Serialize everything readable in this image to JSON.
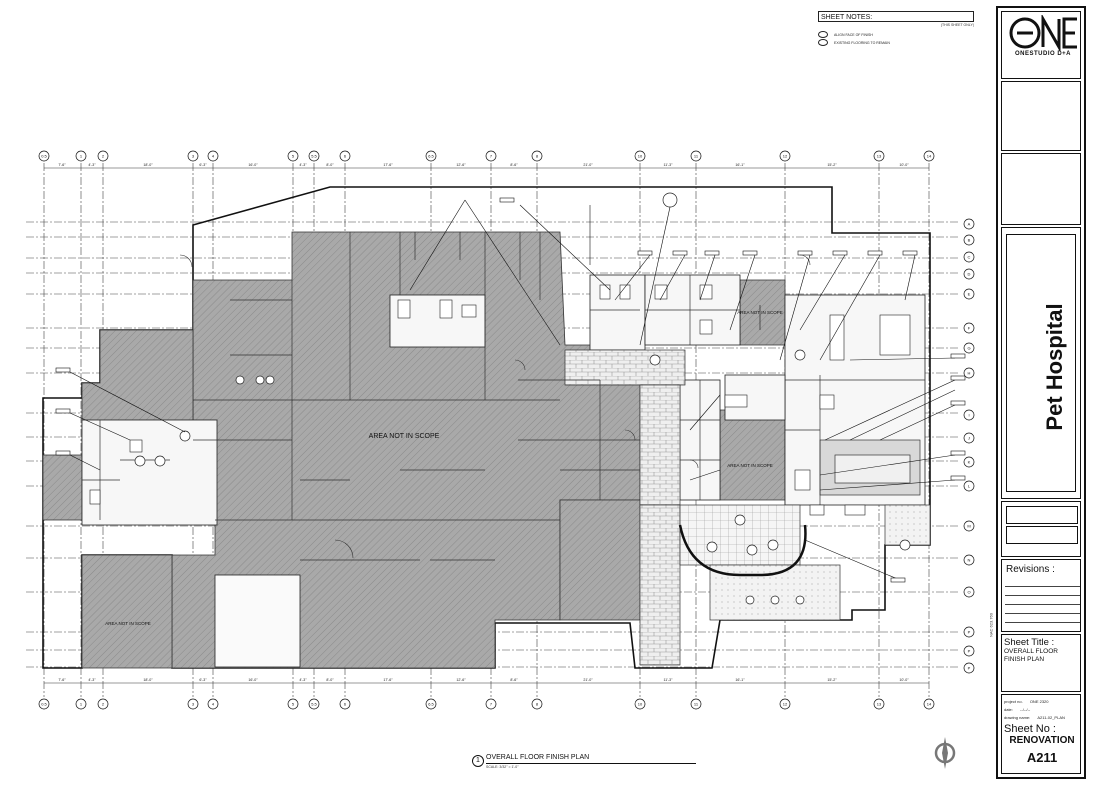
{
  "sheet_notes": {
    "title": "SHEET NOTES:",
    "subtitle": "(THIS SHEET ONLY)",
    "items": [
      {
        "label": "ALIGN FACE OF FINISH"
      },
      {
        "label": "EXISTING FLOORING TO REMAIN"
      }
    ]
  },
  "title_block": {
    "logo_text": "ONE",
    "firm_name": "ONESTUDIO D+A",
    "project_name": "Pet Hospital",
    "revisions_label": "Revisions :",
    "sheet_title_label": "Sheet Title :",
    "sheet_title": "OVERALL FLOOR FINISH PLAN",
    "project_no_label": "project no.",
    "project_no": "ONE 2320",
    "date_label": "date:",
    "date": "--/--/--",
    "drawing_name_label": "drawing name:",
    "drawing_name": "A211-02_PLAN",
    "sheet_no_label": "Sheet No :",
    "phase": "RENOVATION",
    "sheet_no": "A211",
    "side_note": "NAC 623.760"
  },
  "drawing": {
    "caption_number": "1",
    "caption_title": "OVERALL FLOOR FINISH PLAN",
    "caption_scale": "SCALE: 3/32\" = 1'-0\"",
    "labels": [
      {
        "text": "AREA NOT IN SCOPE"
      },
      {
        "text": "AREA NOT IN SCOPE"
      },
      {
        "text": "AREA NOT IN SCOPE"
      },
      {
        "text": "AREA NOT IN SCOPE"
      }
    ],
    "column_grid": [
      "0.5",
      "1",
      "2",
      "3",
      "4",
      "5",
      "5.5",
      "6",
      "6.5",
      "7",
      "8",
      "10",
      "11",
      "12",
      "13",
      "14"
    ],
    "row_grid": [
      "A",
      "B",
      "C",
      "D",
      "E",
      "F",
      "G",
      "H",
      "I",
      "J",
      "K",
      "L",
      "M",
      "N",
      "O",
      "P"
    ],
    "dimensions": [
      "7'-6\"",
      "4'-3\"",
      "18'-0\"",
      "6'-3\"",
      "16'-0\"",
      "4'-3\"",
      "8'-0\"",
      "17'-6\"",
      "12'-6\"",
      "8'-6\"",
      "21'-0\"",
      "11'-3\"",
      "16'-1\"",
      "15'-2\"",
      "10'-0\""
    ]
  }
}
